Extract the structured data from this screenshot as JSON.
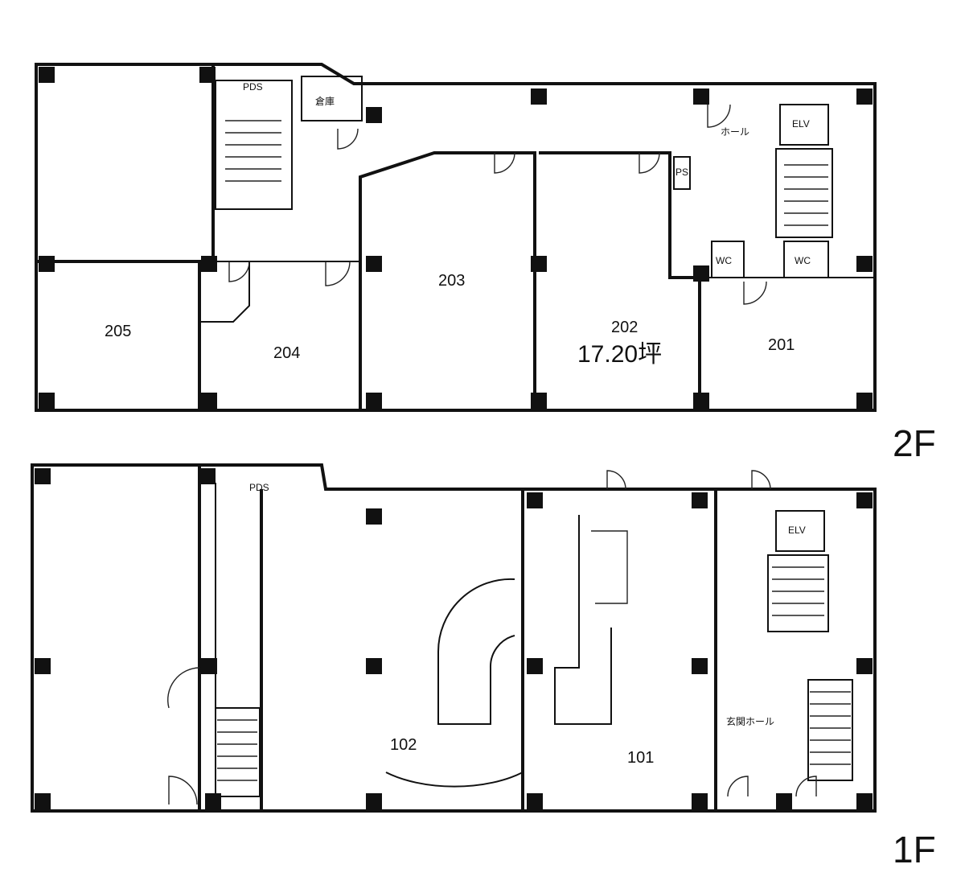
{
  "floors": {
    "upper": {
      "label": "2F",
      "rooms": {
        "r205": "205",
        "r204": "204",
        "r203": "203",
        "r202": "202",
        "r202_area": "17.20坪",
        "r201": "201"
      },
      "tags": {
        "ps_top": "PDS",
        "storage": "倉庫",
        "hall": "ホール",
        "elevator": "ELV",
        "ps": "PS",
        "wc1": "WC",
        "wc2": "WC"
      }
    },
    "lower": {
      "label": "1F",
      "rooms": {
        "r102": "102",
        "r101": "101"
      },
      "tags": {
        "ps_top": "PDS",
        "elevator": "ELV",
        "entrance_hall": "玄関ホール"
      }
    }
  }
}
